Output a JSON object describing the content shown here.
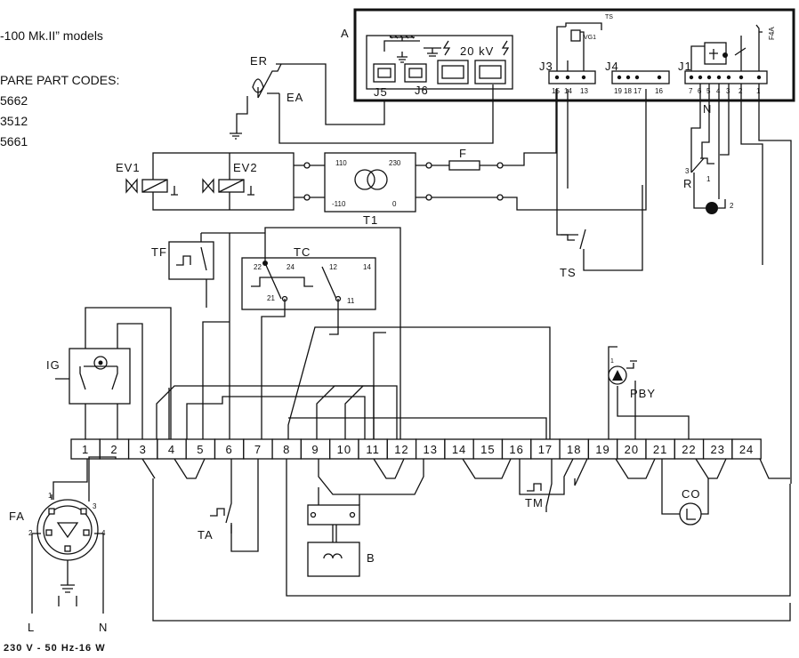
{
  "notes": {
    "model_line": "-100 Mk.II” models",
    "spare_title": "PARE PART CODES:",
    "codes": [
      "5662",
      "3512",
      "5661"
    ]
  },
  "board_a": {
    "label": "A",
    "j5": "J5",
    "j6": "J6",
    "hv": "20 kV",
    "j3": "J3",
    "j4": "J4",
    "j1": "J1",
    "ts_small": "TS",
    "vg1": "VG1",
    "f4a": "F4A",
    "j3_pins": [
      "15",
      "14",
      "13"
    ],
    "j4_pins": [
      "19",
      "18",
      "17",
      "16"
    ],
    "j1_pins": [
      "7",
      "6",
      "5",
      "4",
      "3",
      "2",
      "1"
    ]
  },
  "components": {
    "er": "ER",
    "ea": "EA",
    "ev1": "EV1",
    "ev2": "EV2",
    "t1": "T1",
    "t1_110": "110",
    "t1_230": "230",
    "t1_m110": "-110",
    "t1_0": "0",
    "f": "F",
    "n": "N",
    "r": "R",
    "r_3": "3",
    "r_1": "1",
    "lamp_2": "2",
    "ts": "TS",
    "tf": "TF",
    "tc": "TC",
    "tc_22": "22",
    "tc_24": "24",
    "tc_21": "21",
    "tc_12": "12",
    "tc_14": "14",
    "tc_11": "11",
    "ig": "IG",
    "pby": "PBY",
    "co": "CO",
    "tm": "TM",
    "ta": "TA",
    "b": "B",
    "fa": "FA",
    "fa_1": "1",
    "fa_2": "2",
    "fa_3": "3",
    "fa_4": "4"
  },
  "terminal_strip": [
    "1",
    "2",
    "3",
    "4",
    "5",
    "6",
    "7",
    "8",
    "9",
    "10",
    "11",
    "12",
    "13",
    "14",
    "15",
    "16",
    "17",
    "18",
    "19",
    "20",
    "21",
    "22",
    "23",
    "24"
  ],
  "supply": {
    "l": "L",
    "n": "N",
    "rating": "230 V - 50 Hz-16 W"
  }
}
